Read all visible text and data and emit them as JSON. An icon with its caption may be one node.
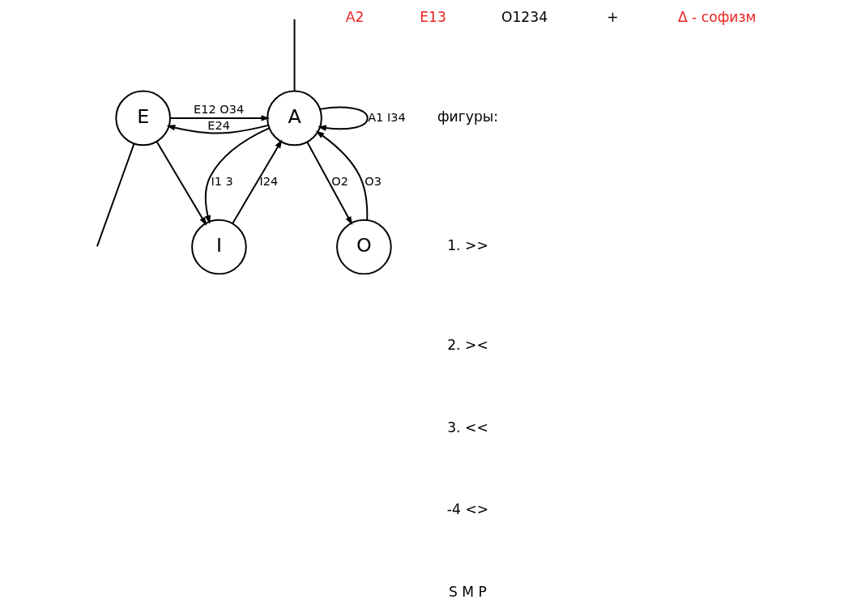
{
  "diagram": {
    "nodes": [
      {
        "text": [
          "A"
        ]
      },
      {
        "text": [
          "E"
        ]
      },
      {
        "text": [
          "I"
        ]
      },
      {
        "text": [
          "O"
        ]
      }
    ],
    "edges": [
      {
        "from": 0,
        "to": 0,
        "arrow": "to",
        "label": "A1 I34"
      },
      {
        "from": 1,
        "to": 0,
        "arrow": "to",
        "label": "E12 O34"
      },
      {
        "from": 0,
        "to": 1,
        "arrow": "to",
        "label": "E24"
      },
      {
        "from": 0,
        "to": 2,
        "arrow": "to",
        "label": "I1 3"
      },
      {
        "from": 2,
        "to": 0,
        "arrow": "to",
        "label": "I24"
      },
      {
        "from": 1,
        "to": 2,
        "arrow": "to"
      },
      {
        "from": 0,
        "to": 3,
        "arrow": "to",
        "label": "O2"
      },
      {
        "from": 3,
        "to": 0,
        "arrow": "to",
        "label": "O3"
      },
      {
        "from": null,
        "to": 0,
        "arrow": "none"
      },
      {
        "from": 1,
        "to": null,
        "arrow": "none"
      }
    ],
    "labels": [
      "A2",
      "E13",
      "O1234",
      "фигуры:",
      "1. >>",
      "2. ><",
      "3. <<",
      "-4 <>",
      "S M P",
      "+",
      "Δ - софизм"
    ]
  }
}
